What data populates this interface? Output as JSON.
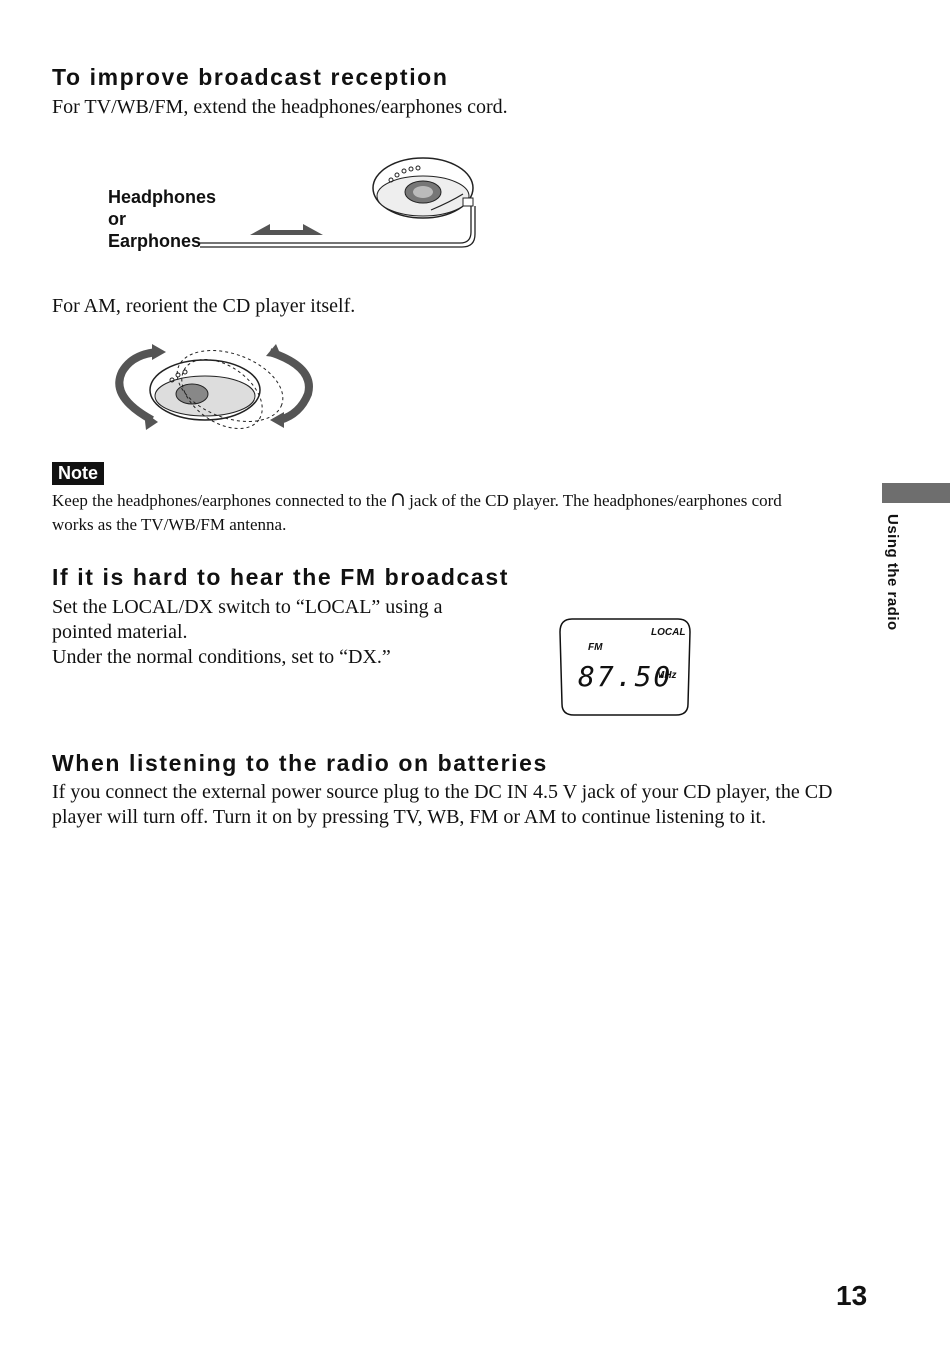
{
  "sections": [
    {
      "heading": "To improve broadcast reception",
      "paragraphs": [
        "For TV/WB/FM, extend the headphones/earphones cord.",
        "For AM, reorient the CD player itself."
      ],
      "figure_label": [
        "Headphones",
        "or",
        "Earphones"
      ]
    },
    {
      "heading": "If it is hard to hear the FM broadcast",
      "lines": [
        "Set the LOCAL/DX switch to “LOCAL” using a",
        "pointed material.",
        "Under the normal conditions, set to “DX.”"
      ],
      "display": {
        "band": "FM",
        "mode": "LOCAL",
        "frequency": "87.50",
        "unit": "MHz"
      }
    },
    {
      "heading": "When listening to the radio on batteries",
      "lines": [
        "If you connect the external power source plug to the DC IN 4.5 V jack of your CD player, the CD",
        "player will turn off. Turn it on by pressing TV, WB, FM or AM to continue listening to it."
      ]
    }
  ],
  "note": {
    "badge": "Note",
    "line1_before": "Keep the headphones/earphones connected to the",
    "line1_after": "jack of the CD player. The headphones/earphones cord",
    "line2": "works as the TV/WB/FM antenna.",
    "icon": "headphones-icon"
  },
  "side_tab": {
    "label": "Using the radio"
  },
  "page_number": "13"
}
